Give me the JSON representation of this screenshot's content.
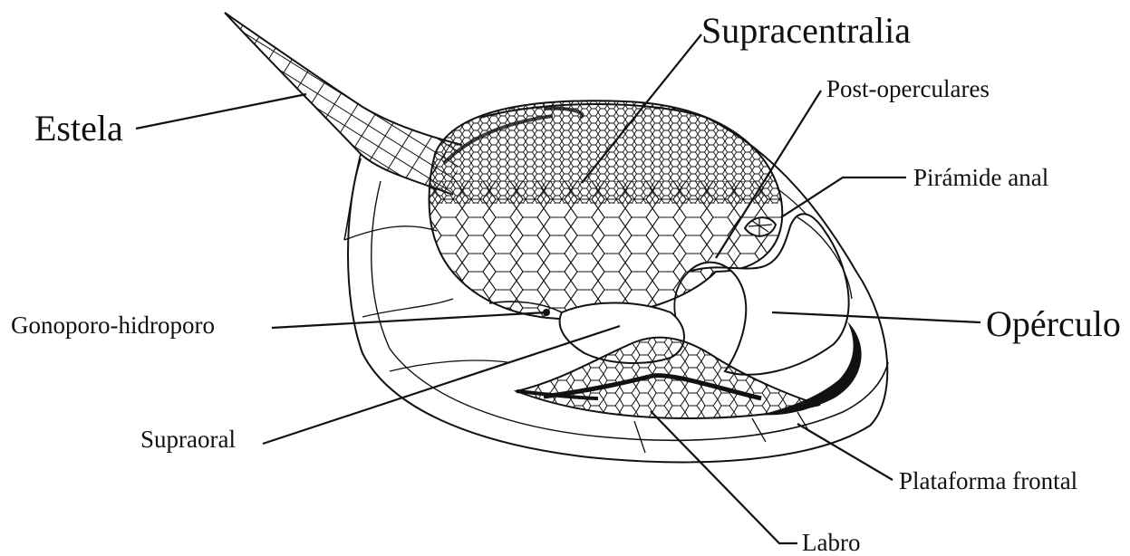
{
  "diagram": {
    "labels": {
      "estela": "Estela",
      "supracentralia": "Supracentralia",
      "post_operculares": "Post-operculares",
      "piramide_anal": "Pirámide anal",
      "gonoporo_hidroporo": "Gonoporo-hidroporo",
      "operculo": "Opérculo",
      "supraoral": "Supraoral",
      "plataforma_frontal": "Plataforma frontal",
      "labro": "Labro"
    },
    "colors": {
      "ink": "#111111",
      "background": "#ffffff"
    }
  }
}
